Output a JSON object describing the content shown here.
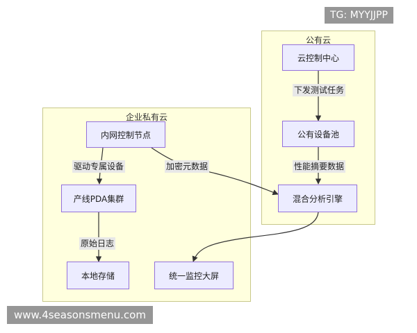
{
  "watermarks": {
    "top_right": "TG: MYYJJPP",
    "bottom_left": "www.4seasonsmenu.com"
  },
  "clusters": {
    "public": {
      "title": "公有云"
    },
    "private": {
      "title": "企业私有云"
    }
  },
  "nodes": {
    "cloud_control": "云控制中心",
    "public_pool": "公有设备池",
    "mixed_engine": "混合分析引擎",
    "intranet_node": "内网控制节点",
    "pda_cluster": "产线PDA集群",
    "local_storage": "本地存储",
    "dashboard": "统一监控大屏"
  },
  "edges": {
    "test_tasks": "下发测试任务",
    "perf_summary": "性能摘要数据",
    "dedicated_device": "驱动专属设备",
    "encrypted_meta": "加密元数据",
    "raw_logs": "原始日志"
  },
  "colors": {
    "cluster_fill": "#ffffde",
    "node_fill": "#ececff",
    "node_border": "#9370db",
    "edge": "#333333"
  }
}
